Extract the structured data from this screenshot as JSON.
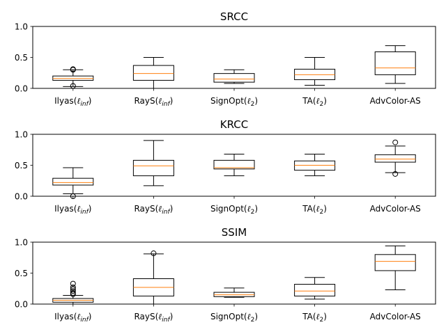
{
  "chart_data": [
    {
      "type": "box",
      "title": "SRCC",
      "categories": [
        {
          "name": "Ilyas",
          "sub": "inf"
        },
        {
          "name": "RayS",
          "sub": "inf"
        },
        {
          "name": "SignOpt",
          "sub": "2"
        },
        {
          "name": "TA",
          "sub": "2"
        },
        {
          "name": "AdvColor-AS",
          "sub": ""
        }
      ],
      "ylim": [
        0,
        1.0
      ],
      "yticks": [
        "0.0",
        "0.5",
        "1.0"
      ],
      "boxes": [
        {
          "min": 0.03,
          "q1": 0.13,
          "median": 0.16,
          "q3": 0.2,
          "max": 0.3,
          "outliers": [
            0.04,
            0.3,
            0.31
          ]
        },
        {
          "min": 0.0,
          "q1": 0.13,
          "median": 0.24,
          "q3": 0.37,
          "max": 0.5,
          "outliers": []
        },
        {
          "min": 0.08,
          "q1": 0.1,
          "median": 0.15,
          "q3": 0.24,
          "max": 0.3,
          "outliers": []
        },
        {
          "min": 0.05,
          "q1": 0.14,
          "median": 0.22,
          "q3": 0.31,
          "max": 0.5,
          "outliers": []
        },
        {
          "min": 0.08,
          "q1": 0.22,
          "median": 0.33,
          "q3": 0.59,
          "max": 0.69,
          "outliers": []
        }
      ]
    },
    {
      "type": "box",
      "title": "KRCC",
      "categories": [
        {
          "name": "Ilyas",
          "sub": "inf"
        },
        {
          "name": "RayS",
          "sub": "inf"
        },
        {
          "name": "SignOpt",
          "sub": "2"
        },
        {
          "name": "TA",
          "sub": "2"
        },
        {
          "name": "AdvColor-AS",
          "sub": ""
        }
      ],
      "ylim": [
        0,
        1.0
      ],
      "yticks": [
        "0.0",
        "0.5",
        "1.0"
      ],
      "boxes": [
        {
          "min": 0.04,
          "q1": 0.18,
          "median": 0.22,
          "q3": 0.29,
          "max": 0.46,
          "outliers": [
            0.0
          ]
        },
        {
          "min": 0.17,
          "q1": 0.33,
          "median": 0.49,
          "q3": 0.58,
          "max": 0.9,
          "outliers": []
        },
        {
          "min": 0.33,
          "q1": 0.44,
          "median": 0.46,
          "q3": 0.58,
          "max": 0.68,
          "outliers": []
        },
        {
          "min": 0.33,
          "q1": 0.42,
          "median": 0.5,
          "q3": 0.57,
          "max": 0.68,
          "outliers": []
        },
        {
          "min": 0.38,
          "q1": 0.55,
          "median": 0.6,
          "q3": 0.67,
          "max": 0.81,
          "outliers": [
            0.36,
            0.87
          ]
        }
      ]
    },
    {
      "type": "box",
      "title": "SSIM",
      "categories": [
        {
          "name": "Ilyas",
          "sub": "inf"
        },
        {
          "name": "RayS",
          "sub": "inf"
        },
        {
          "name": "SignOpt",
          "sub": "2"
        },
        {
          "name": "TA",
          "sub": "2"
        },
        {
          "name": "AdvColor-AS",
          "sub": ""
        }
      ],
      "ylim": [
        0,
        1.0
      ],
      "yticks": [
        "0.0",
        "0.5",
        "1.0"
      ],
      "boxes": [
        {
          "min": 0.0,
          "q1": 0.03,
          "median": 0.06,
          "q3": 0.09,
          "max": 0.14,
          "outliers": [
            0.16,
            0.18,
            0.21,
            0.24,
            0.27,
            0.33
          ]
        },
        {
          "min": 0.0,
          "q1": 0.13,
          "median": 0.27,
          "q3": 0.41,
          "max": 0.81,
          "outliers": [
            0.82
          ]
        },
        {
          "min": 0.11,
          "q1": 0.12,
          "median": 0.15,
          "q3": 0.19,
          "max": 0.26,
          "outliers": []
        },
        {
          "min": 0.08,
          "q1": 0.13,
          "median": 0.21,
          "q3": 0.32,
          "max": 0.43,
          "outliers": []
        },
        {
          "min": 0.23,
          "q1": 0.54,
          "median": 0.69,
          "q3": 0.8,
          "max": 0.94,
          "outliers": []
        }
      ]
    }
  ]
}
